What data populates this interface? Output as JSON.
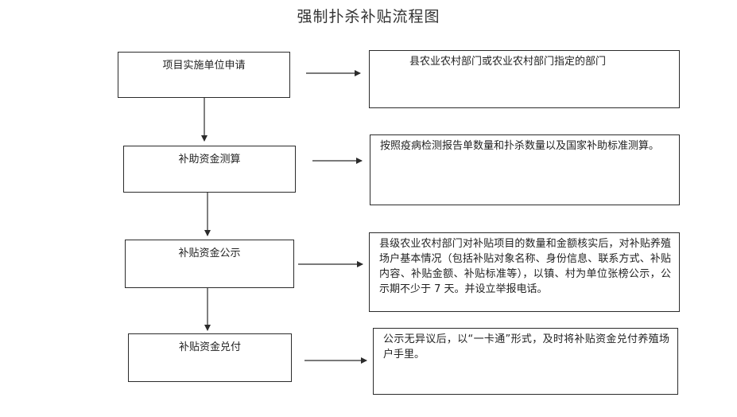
{
  "title": "强制扑杀补贴流程图",
  "steps": [
    {
      "label": "项目实施单位申请",
      "note": "县农业农村部门或农业农村部门指定的部门"
    },
    {
      "label": "补助资金测算",
      "note": "按照疫病检测报告单数量和扑杀数量以及国家补助标准测算。"
    },
    {
      "label": "补贴资金公示",
      "note": "县级农业农村部门对补贴项目的数量和金额核实后，对补贴养殖场户基本情况（包括补贴对象名称、身份信息、联系方式、补贴内容、补贴金额、补贴标准等），以镇、村为单位张榜公示，公示期不少于 7 天。并设立举报电话。"
    },
    {
      "label": "补贴资金兑付",
      "note": "公示无异议后，以“一卡通”形式，及时将补贴资金兑付养殖场户手里。"
    }
  ]
}
